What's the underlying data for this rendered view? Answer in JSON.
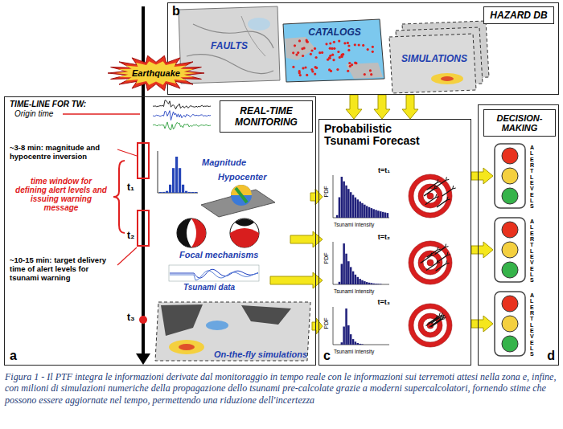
{
  "diagram": {
    "caption": "Figura 1 - Il PTF integra le informazioni derivate dal monitoraggio in tempo reale con le informazioni sui terremoti attesi nella zona e, infine, con milioni di simulazioni numeriche della propagazione dello tsunami pre-calcolate grazie a moderni supercalcolatori, fornendo stime che possono essere aggiornate nel tempo, permettendo una riduzione dell'incertezza",
    "nodes": [
      {
        "text": [
          "b"
        ]
      },
      {
        "text": [
          "HAZARD DB"
        ],
        "in": 0
      },
      {
        "text": [
          "FAULTS"
        ],
        "in": 0
      },
      {
        "text": [
          "CATALOGS"
        ],
        "in": 0
      },
      {
        "text": [
          "SIMULATIONS"
        ],
        "in": 0
      },
      {
        "text": [
          "Earthquake"
        ]
      },
      {
        "text": [
          "a"
        ]
      },
      {
        "text": [
          "REAL-TIME MONITORING"
        ],
        "in": 6
      },
      {
        "text": [
          "Magnitude",
          "Hypocenter"
        ],
        "in": 6
      },
      {
        "text": [
          "Focal mechanisms"
        ],
        "in": 6
      },
      {
        "text": [
          "Tsunami data"
        ],
        "in": 6
      },
      {
        "text": [
          "On-the-fly simulations"
        ],
        "in": 6
      },
      {
        "text": [
          "c",
          "Probabilistic Tsunami Forecast"
        ]
      },
      {
        "text": [
          "t=t₁",
          "PDF",
          "Tsunami Intensity"
        ],
        "in": 12
      },
      {
        "text": [
          "t=t₂",
          "PDF",
          "Tsunami Intensity"
        ],
        "in": 12
      },
      {
        "text": [
          "t=t₃",
          "PDF",
          "Tsunami Intensity"
        ],
        "in": 12
      },
      {
        "text": [
          "d"
        ]
      },
      {
        "text": [
          "DECISION-MAKING"
        ],
        "in": 16
      },
      {
        "text": [
          "ALERT LEVELS"
        ],
        "in": 16
      },
      {
        "text": [
          "ALERT LEVELS"
        ],
        "in": 16
      },
      {
        "text": [
          "ALERT LEVELS"
        ],
        "in": 16
      }
    ],
    "edges": [
      {
        "from": 0,
        "to": 12,
        "arrow": "to"
      },
      {
        "from": 0,
        "to": 12,
        "arrow": "to"
      },
      {
        "from": 0,
        "to": 12,
        "arrow": "to"
      },
      {
        "from": 8,
        "to": 13,
        "arrow": "to"
      },
      {
        "from": 9,
        "to": 14,
        "arrow": "to"
      },
      {
        "from": 10,
        "to": 14,
        "arrow": "to"
      },
      {
        "from": 11,
        "to": 15,
        "arrow": "to"
      },
      {
        "from": 12,
        "to": 18,
        "arrow": "to"
      },
      {
        "from": 12,
        "to": 19,
        "arrow": "to"
      },
      {
        "from": 12,
        "to": 20,
        "arrow": "to"
      }
    ],
    "labels": [
      "TIME-LINE FOR TW:",
      "Origin time",
      "~3-8 min: magnitude and hypocentre inversion",
      "time window for defining alert levels and issuing warning message",
      "~10-15 min: target delivery time of alert levels for tsunami warning",
      "t₁",
      "t₂",
      "t₃"
    ]
  }
}
